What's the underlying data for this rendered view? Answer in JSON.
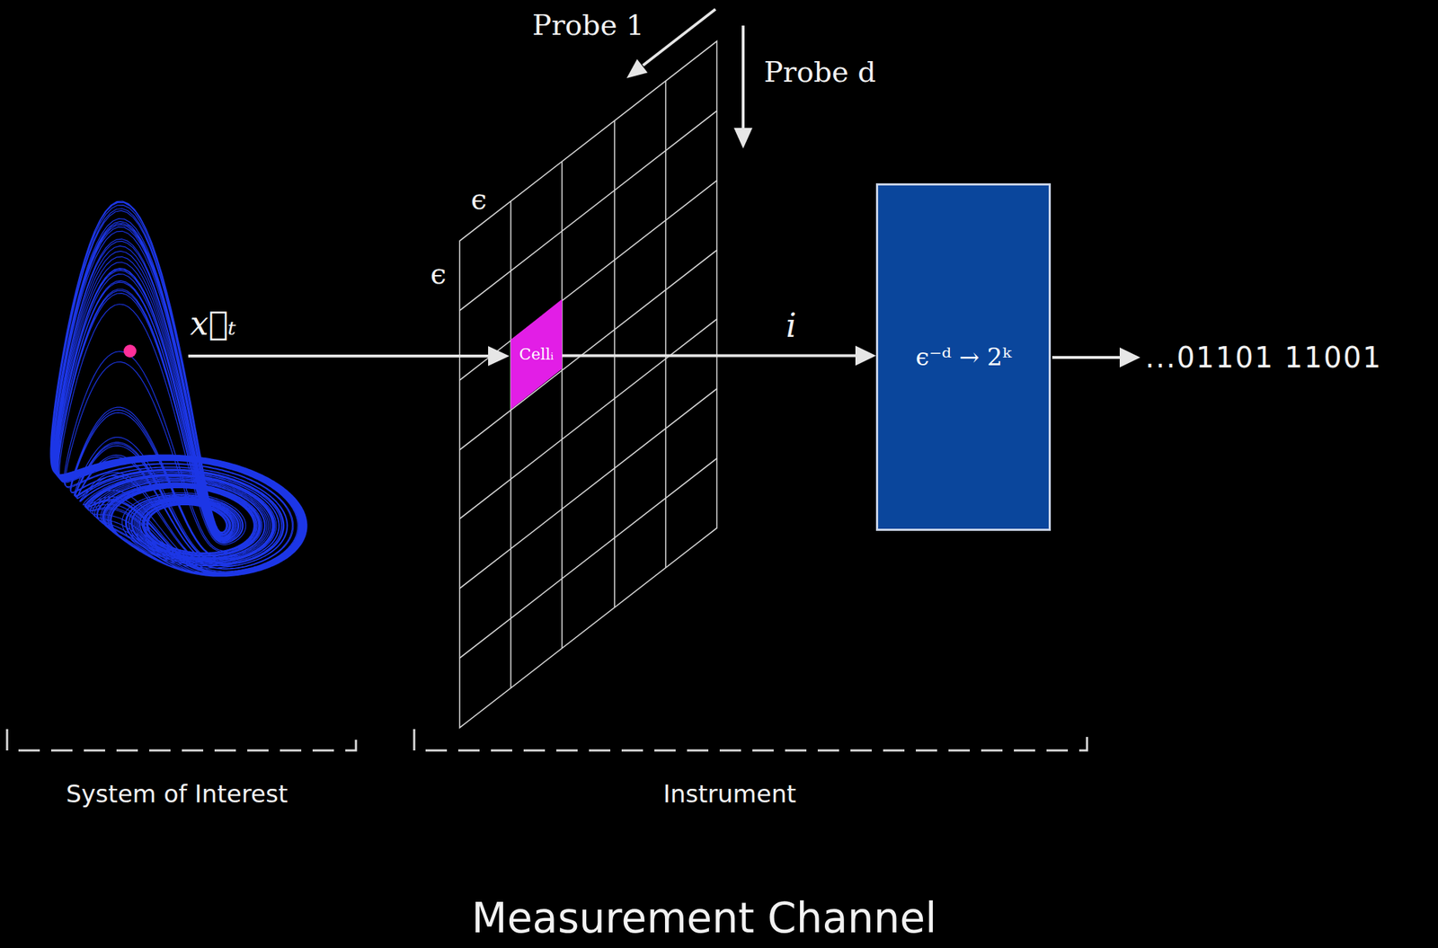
{
  "diagram": {
    "caption": "Measurement Channel",
    "nodes": [
      {
        "text": [
          "Cellᵢ"
        ]
      },
      {
        "text": [
          "ϵ⁻ᵈ → 2ᵏ"
        ]
      }
    ],
    "edges": [
      {
        "from": 0,
        "to": 1,
        "arrow": "to",
        "label": "i"
      }
    ],
    "labels": [
      "Probe 1",
      "Probe d",
      "ϵ",
      "ϵ",
      "x⃗ₜ",
      "...01101 11001",
      "System of Interest",
      "Instrument"
    ]
  }
}
